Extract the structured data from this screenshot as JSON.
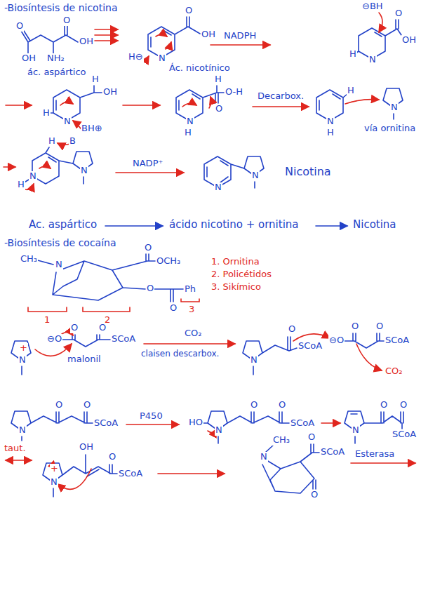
{
  "diagram": {
    "labels": [
      "-Biosíntesis de nicotina",
      "O",
      "OH",
      "NH₂",
      "O",
      "OH",
      "ác. aspártico",
      "H⊖",
      "O",
      "OH",
      "N",
      "Ác. nicotínico",
      "NADPH",
      "⊖BH",
      "O",
      "OH",
      "H",
      "N",
      "H",
      "OH",
      "H",
      "N",
      "BH⊕",
      "H",
      "O-H",
      "O",
      "N",
      "H",
      "Decarbox.",
      "H",
      "N",
      "H",
      "N",
      "vía ornitina",
      "H",
      "B",
      "N",
      "H",
      "N",
      "NADP⁺",
      "N",
      "N",
      "Nicotina",
      "Ac. aspártico",
      "ácido nicotino + ornitina",
      "Nicotina",
      "-Biosíntesis de cocaína",
      "CH₃",
      "N",
      "O",
      "OCH₃",
      "O",
      "Ph",
      "O",
      "1",
      "2",
      "3",
      "1. Ornitina",
      "2. Policétidos",
      "3. Sikímico",
      "N",
      "+",
      "O",
      "⊖O",
      "O",
      "SCoA",
      "malonil",
      "CO₂",
      "claisen descarbox.",
      "N",
      "O",
      "SCoA",
      "⊖O",
      "O",
      "O",
      "SCoA",
      "CO₂",
      "N",
      "O",
      "O",
      "SCoA",
      "P450",
      "HO",
      "N",
      "O",
      "O",
      "SCoA",
      "N",
      "O",
      "O",
      "SCoA",
      "taut.",
      "N",
      "+",
      "OH",
      "O",
      "SCoA",
      "CH₃",
      "N",
      "O",
      "SCoA",
      "O",
      "Esterasa"
    ]
  }
}
